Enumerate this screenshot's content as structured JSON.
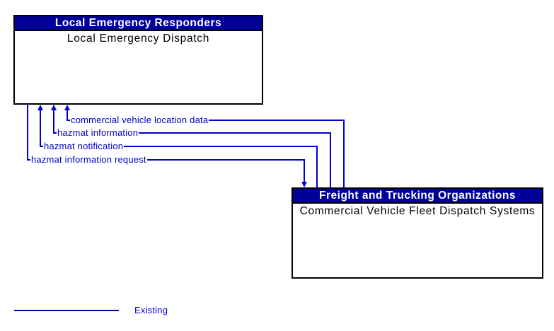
{
  "entities": [
    {
      "group": "Local Emergency Responders",
      "element": "Local Emergency Dispatch"
    },
    {
      "group": "Freight and Trucking Organizations",
      "element": "Commercial Vehicle Fleet Dispatch Systems"
    }
  ],
  "flows": [
    {
      "label": "commercial vehicle location data",
      "from": "Commercial Vehicle Fleet Dispatch Systems",
      "to": "Local Emergency Dispatch",
      "status": "existing"
    },
    {
      "label": "hazmat information",
      "from": "Commercial Vehicle Fleet Dispatch Systems",
      "to": "Local Emergency Dispatch",
      "status": "existing"
    },
    {
      "label": "hazmat notification",
      "from": "Commercial Vehicle Fleet Dispatch Systems",
      "to": "Local Emergency Dispatch",
      "status": "existing"
    },
    {
      "label": "hazmat information request",
      "from": "Local Emergency Dispatch",
      "to": "Commercial Vehicle Fleet Dispatch Systems",
      "status": "existing"
    }
  ],
  "legend": {
    "label": "Existing"
  },
  "colors": {
    "header_bg": "#000099",
    "header_text": "#ffffff",
    "flow_line": "#0000CC",
    "box_border": "#000000",
    "legend_line": "#000099"
  }
}
